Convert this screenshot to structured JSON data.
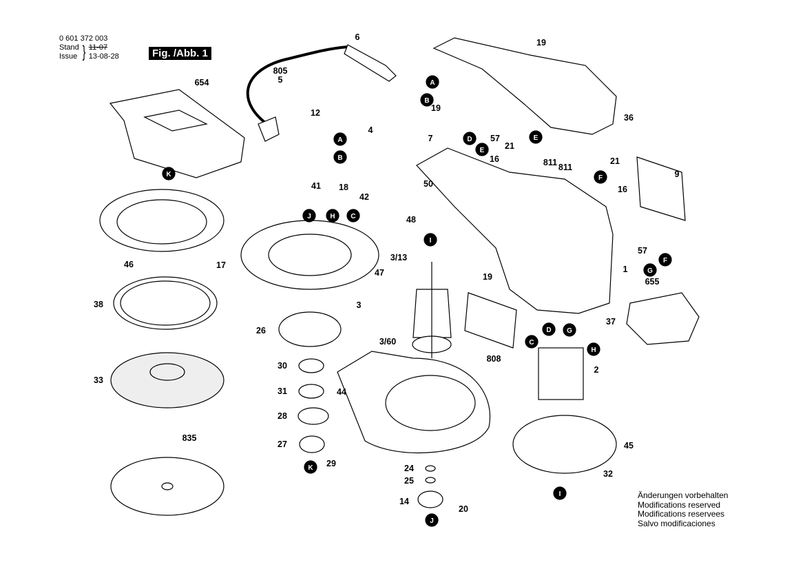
{
  "header": {
    "part_number": "0 601 372 003",
    "stand_label": "Stand",
    "issue_label": "Issue",
    "old_date": "11-07",
    "issue_date": "13-08-28",
    "figure_label": "Fig. /Abb. 1"
  },
  "notes": [
    "Änderungen vorbehalten",
    "Modifications reserved",
    "Modifications reservees",
    "Salvo modificaciones"
  ],
  "callouts": [
    "654",
    "805",
    "5",
    "6",
    "A",
    "B",
    "19",
    "36",
    "12",
    "19",
    "4",
    "A",
    "B",
    "7",
    "D",
    "57",
    "E",
    "E",
    "21",
    "16",
    "811",
    "811",
    "21",
    "F",
    "16",
    "9",
    "K",
    "41",
    "18",
    "42",
    "H",
    "C",
    "50",
    "48",
    "J",
    "I",
    "3/13",
    "57",
    "F",
    "G",
    "1",
    "46",
    "17",
    "47",
    "19",
    "655",
    "38",
    "3",
    "3/60",
    "37",
    "26",
    "D",
    "G",
    "C",
    "H",
    "2",
    "808",
    "30",
    "33",
    "44",
    "31",
    "28",
    "835",
    "27",
    "45",
    "K",
    "29",
    "24",
    "25",
    "32",
    "I",
    "14",
    "20",
    "J"
  ]
}
